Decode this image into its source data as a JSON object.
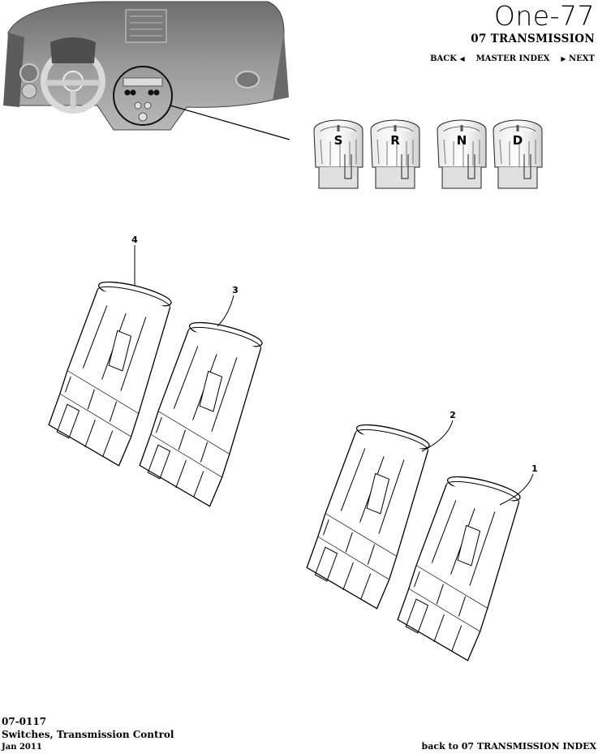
{
  "header": {
    "title": "One-77",
    "section": "07 TRANSMISSION",
    "nav": {
      "back": "BACK",
      "master_index": "MASTER INDEX",
      "next": "NEXT"
    }
  },
  "selector_buttons": [
    "S",
    "R",
    "N",
    "D"
  ],
  "callouts": [
    "4",
    "3",
    "2",
    "1"
  ],
  "footer": {
    "code": "07-0117",
    "name": "Switches, Transmission Control",
    "date": "Jan 2011",
    "back_link": "back to 07 TRANSMISSION INDEX"
  },
  "colors": {
    "text": "#000000",
    "dashboard": "#8a8a8a",
    "background": "#ffffff"
  }
}
